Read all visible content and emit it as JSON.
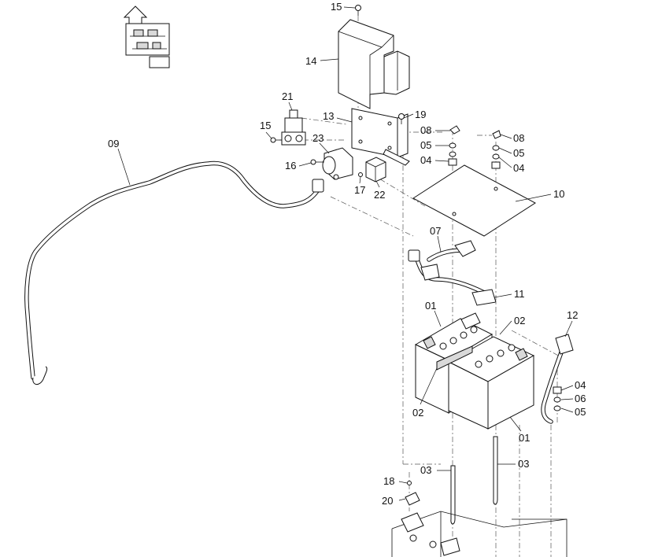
{
  "labels": {
    "p01_top": "01",
    "p01_bottom": "01",
    "p02_right": "02",
    "p02_left": "02",
    "p03_left": "03",
    "p03_right": "03",
    "p04_upper_left": "04",
    "p04_upper_right": "04",
    "p04_lower": "04",
    "p05_upper_left": "05",
    "p05_upper_right": "05",
    "p05_lower": "05",
    "p06": "06",
    "p07": "07",
    "p08_left": "08",
    "p08_right": "08",
    "p09": "09",
    "p10": "10",
    "p11": "11",
    "p12": "12",
    "p13": "13",
    "p14": "14",
    "p15_top": "15",
    "p15_left": "15",
    "p16": "16",
    "p17": "17",
    "p18": "18",
    "p19": "19",
    "p20": "20",
    "p21": "21",
    "p22": "22",
    "p23": "23"
  }
}
